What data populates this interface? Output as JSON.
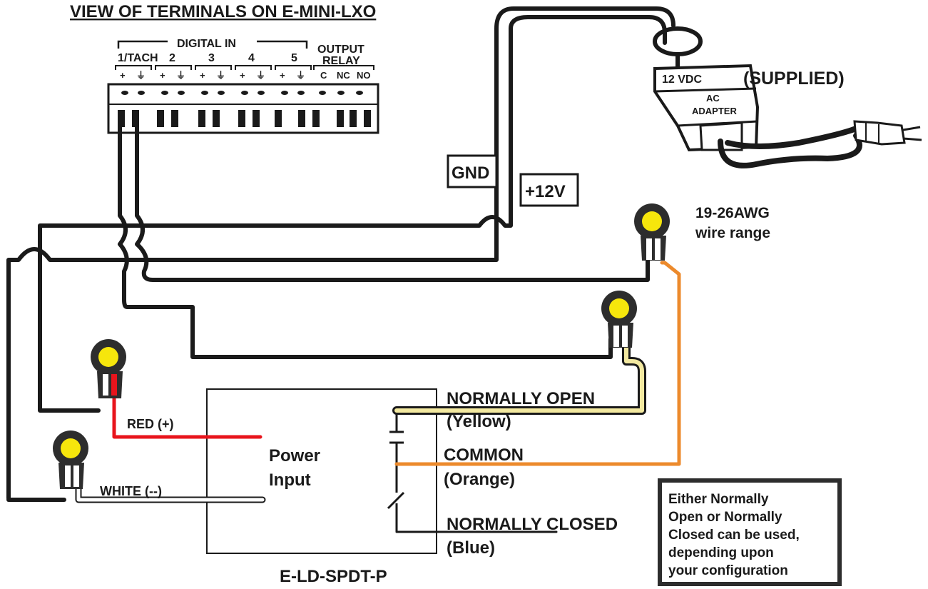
{
  "header": {
    "title": "VIEW OF TERMINALS ON E-MINI-LXO"
  },
  "terminal_block": {
    "digital_in_label": "DIGITAL IN",
    "output_label_1": "OUTPUT",
    "output_label_2": "RELAY",
    "channels": [
      "1/TACH",
      "2",
      "3",
      "4",
      "5"
    ],
    "plus": "+",
    "ground": "⏚",
    "relay_contacts": [
      "C",
      "NC",
      "NO"
    ]
  },
  "power": {
    "gnd_label": "GND",
    "v12_label": "+12V",
    "adapter_line1": "12 VDC",
    "adapter_line2": "AC",
    "adapter_line3": "ADAPTER",
    "supplied_label": "(SUPPLIED)"
  },
  "wire_note": {
    "line1": "19-26AWG",
    "line2": "wire range"
  },
  "sensor": {
    "red_label": "RED (+)",
    "white_label": "WHITE (--)",
    "power_input_1": "Power",
    "power_input_2": "Input",
    "no_label": "NORMALLY OPEN",
    "no_color": "(Yellow)",
    "common_label": "COMMON",
    "common_color": "(Orange)",
    "nc_label": "NORMALLY CLOSED",
    "nc_color": "(Blue)",
    "model": "E-LD-SPDT-P"
  },
  "note": {
    "line1": "Either Normally",
    "line2": "Open or Normally",
    "line3": "Closed can be used,",
    "line4": "depending upon",
    "line5": "your configuration"
  },
  "colors": {
    "wire_black": "#1a1a1a",
    "wire_red": "#e8141c",
    "wire_yellow": "#f3e9a0",
    "wire_orange": "#ec8a2c",
    "connector_yellow": "#f6e60c",
    "connector_dark": "#2d2d2d"
  }
}
